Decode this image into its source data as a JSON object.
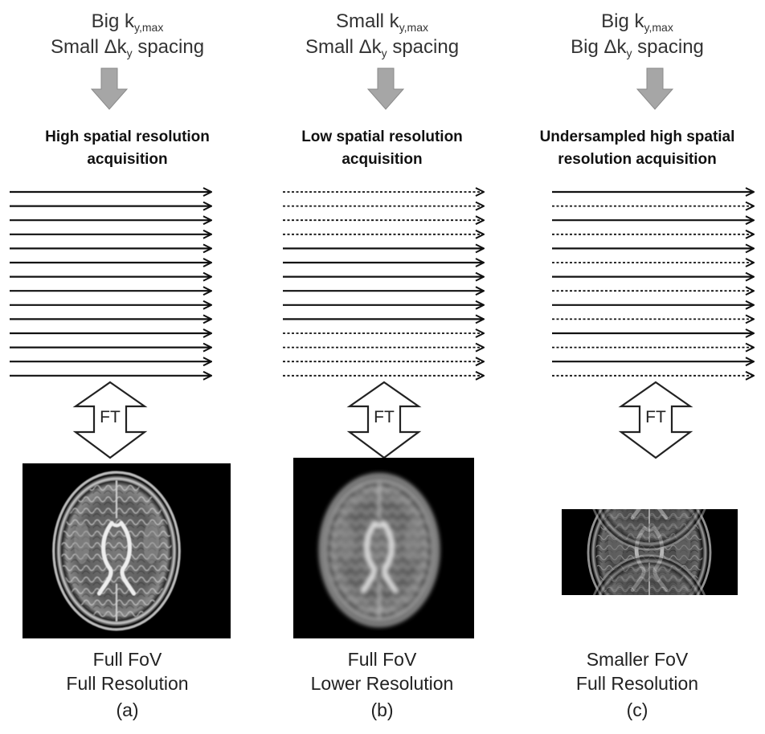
{
  "panels": [
    {
      "kmax_prefix": "Big k",
      "kmax_sub": "y,max",
      "spacing_prefix": "Small Δk",
      "spacing_sub": "y",
      "spacing_suffix": " spacing",
      "title_line1": "High spatial resolution",
      "title_line2": "acquisition",
      "ft_label": "FT",
      "caption_line1": "Full FoV",
      "caption_line2": "Full Resolution",
      "letter": "(a)",
      "line_pattern": [
        "solid",
        "solid",
        "solid",
        "solid",
        "solid",
        "solid",
        "solid",
        "solid",
        "solid",
        "solid",
        "solid",
        "solid",
        "solid",
        "solid"
      ],
      "image_view": "full-brain-sharp"
    },
    {
      "kmax_prefix": "Small k",
      "kmax_sub": "y,max",
      "spacing_prefix": "Small Δk",
      "spacing_sub": "y",
      "spacing_suffix": " spacing",
      "title_line1": "Low spatial resolution",
      "title_line2": "acquisition",
      "ft_label": "FT",
      "caption_line1": "Full FoV",
      "caption_line2": "Lower Resolution",
      "letter": "(b)",
      "line_pattern": [
        "dotted",
        "dotted",
        "dotted",
        "dotted",
        "solid",
        "solid",
        "solid",
        "solid",
        "solid",
        "solid",
        "dotted",
        "dotted",
        "dotted",
        "dotted"
      ],
      "image_view": "full-brain-blurred"
    },
    {
      "kmax_prefix": "Big k",
      "kmax_sub": "y,max",
      "spacing_prefix": "Big Δk",
      "spacing_sub": "y",
      "spacing_suffix": " spacing",
      "title_line1": "Undersampled high spatial",
      "title_line2": "resolution acquisition",
      "ft_label": "FT",
      "caption_line1": "Smaller FoV",
      "caption_line2": "Full Resolution",
      "letter": "(c)",
      "line_pattern": [
        "solid",
        "dotted",
        "solid",
        "dotted",
        "solid",
        "dotted",
        "solid",
        "dotted",
        "solid",
        "dotted",
        "solid",
        "dotted",
        "solid",
        "dotted"
      ],
      "image_view": "aliased-folded-brain"
    }
  ],
  "colors": {
    "down_arrow": "#a6a6a6",
    "lines": "#111111",
    "image_bg": "#000000",
    "text": "#222222"
  }
}
